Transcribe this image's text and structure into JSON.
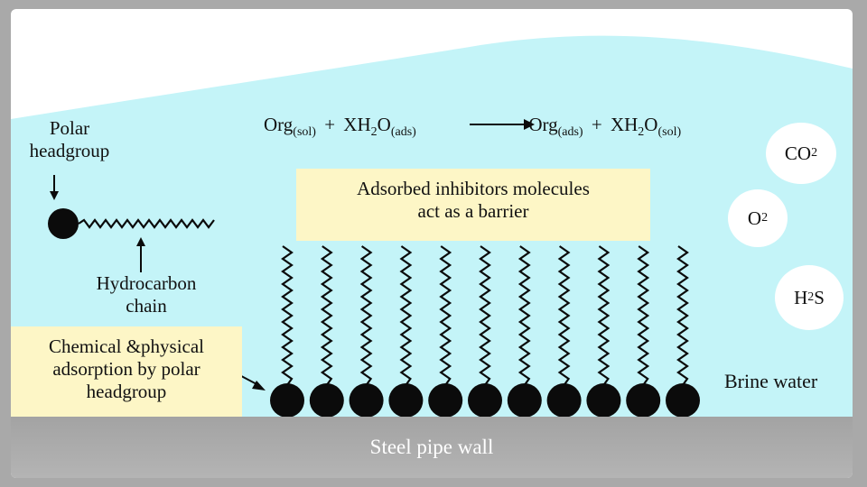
{
  "reaction": {
    "left_org": "Org",
    "left_org_sub": "(sol)",
    "plus1": "+",
    "left_water": "XH",
    "left_water_h_sub": "2",
    "left_water_o": "O",
    "left_water_sub": "(ads)",
    "right_org": "Org",
    "right_org_sub": "(ads)",
    "plus2": "+",
    "right_water": "XH",
    "right_water_h_sub": "2",
    "right_water_o": "O",
    "right_water_sub": "(sol)"
  },
  "labels": {
    "polar_line1": "Polar",
    "polar_line2": "headgroup",
    "hydro_line1": "Hydrocarbon",
    "hydro_line2": "chain",
    "barrier_line1": "Adsorbed inhibitors molecules",
    "barrier_line2": "act as a barrier",
    "adsorption_line1": "Chemical &physical",
    "adsorption_line2": "adsorption by polar",
    "adsorption_line3": "headgroup",
    "brine": "Brine water",
    "wall": "Steel pipe wall"
  },
  "gases": [
    {
      "name": "CO",
      "sub": "2"
    },
    {
      "name": "O",
      "sub": "2"
    },
    {
      "name": "H",
      "sub": "2",
      "tail": "S"
    }
  ],
  "molecule_count": 11,
  "colors": {
    "water": "#c4f4f8",
    "label_box": "#fdf6c6",
    "molecule": "#0b0b0b",
    "wall": "#aaaaaa"
  }
}
